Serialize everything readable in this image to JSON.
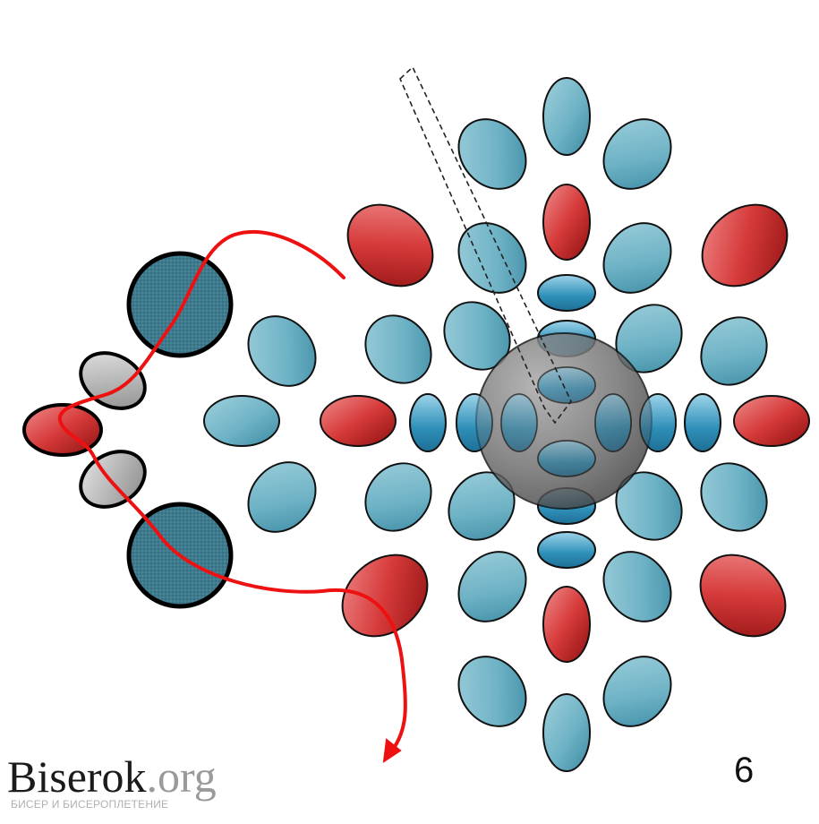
{
  "diagram": {
    "step_number": "6",
    "colors": {
      "background": "#ffffff",
      "teal_bead": "#6fb3c6",
      "teal_bead_dark": "#3b8aa3",
      "blue_seed_bead": "#2e8fb8",
      "red_bead": "#d63a3a",
      "red_bead_dark": "#8e1010",
      "grey_bead": "#b9b9b9",
      "big_round_bead": "#3e7b8e",
      "center_ball": "#6b6b6b",
      "thread": "#ee1111",
      "needle_outline": "#222222"
    },
    "icons": [
      "needle-outline-icon",
      "thread-arrowhead-icon"
    ]
  },
  "watermark": {
    "name": "Biserok",
    "tld": ".org",
    "tagline": "БИСЕР И БИСЕРОПЛЕТЕНИЕ"
  }
}
